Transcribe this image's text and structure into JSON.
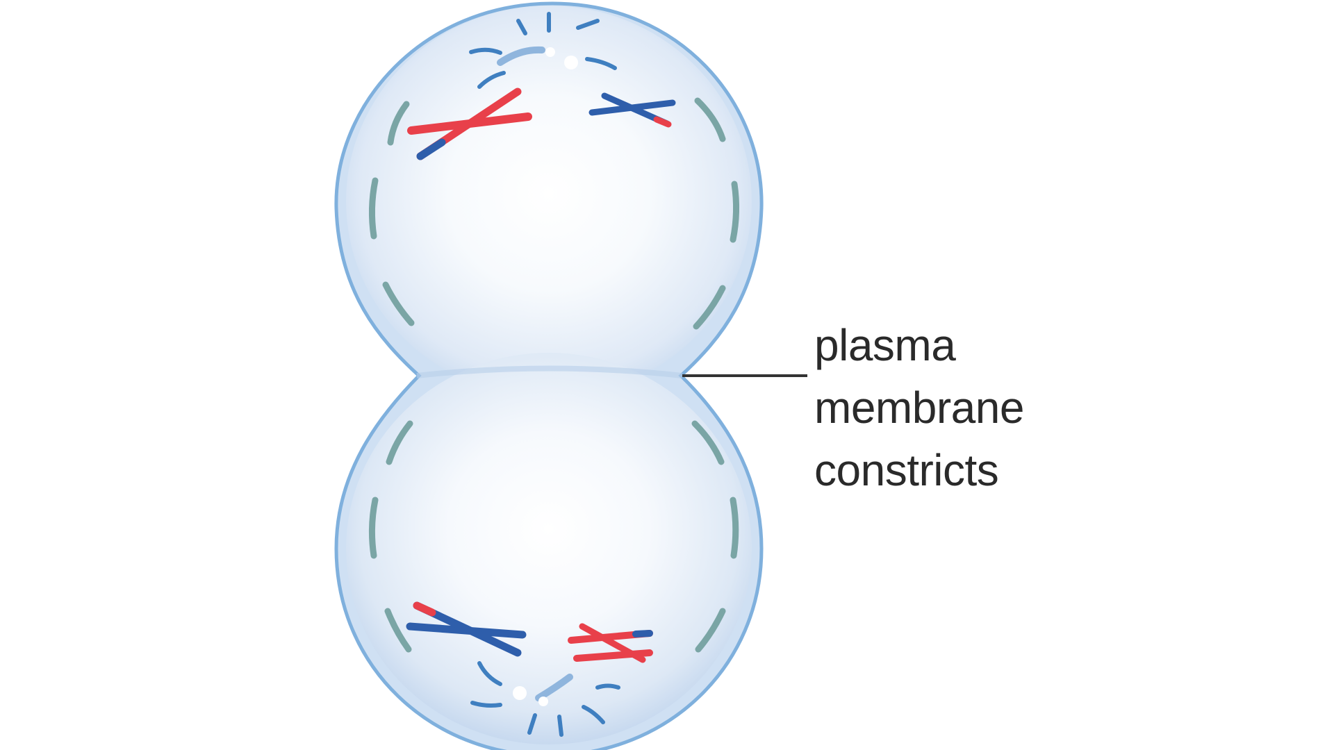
{
  "label": {
    "lines": [
      "plasma",
      "membrane",
      "constricts"
    ]
  },
  "colors": {
    "cell_fill": "#e4eef9",
    "cell_outline": "#7fb0dd",
    "nuclear_envelope": "#7aa5a5",
    "chromosome_red": "#e8404a",
    "chromosome_blue": "#2e5eab",
    "spindle": "#3f7fc0",
    "leader_line": "#333333",
    "label_text": "#2a2a2a"
  }
}
